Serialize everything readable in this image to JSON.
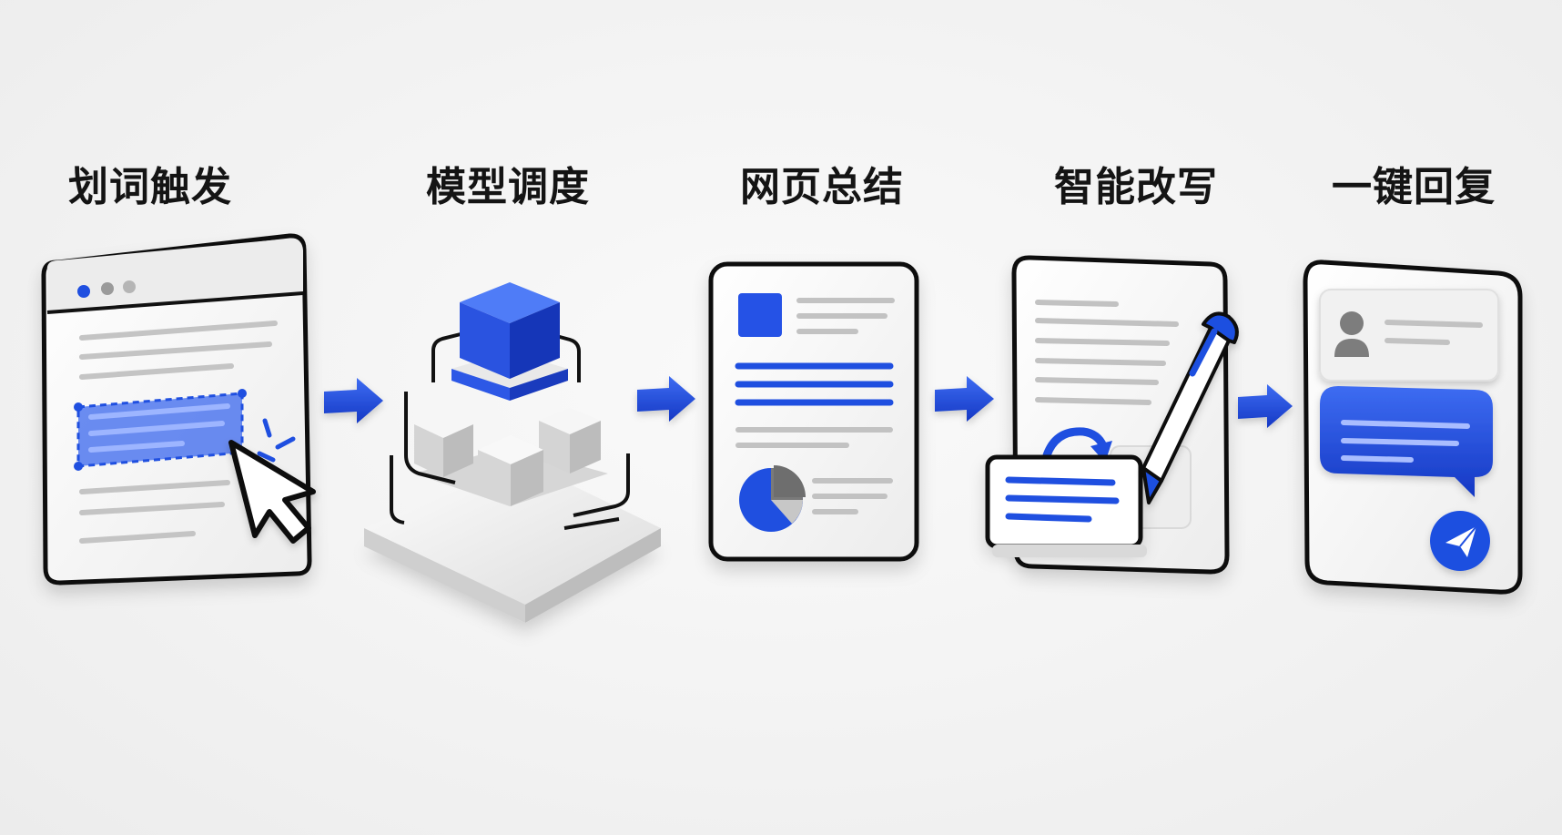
{
  "steps": [
    {
      "title": "划词触发",
      "icon": "text-selection-cursor-icon"
    },
    {
      "title": "模型调度",
      "icon": "model-cube-stack-icon"
    },
    {
      "title": "网页总结",
      "icon": "document-summary-icon"
    },
    {
      "title": "智能改写",
      "icon": "document-rewrite-pen-icon"
    },
    {
      "title": "一键回复",
      "icon": "chat-reply-send-icon"
    }
  ],
  "colors": {
    "accent": "#1f4fe0",
    "outline": "#111111",
    "card": "#ffffff",
    "line_gray": "#bdbdbd",
    "title_text": "#141414"
  }
}
